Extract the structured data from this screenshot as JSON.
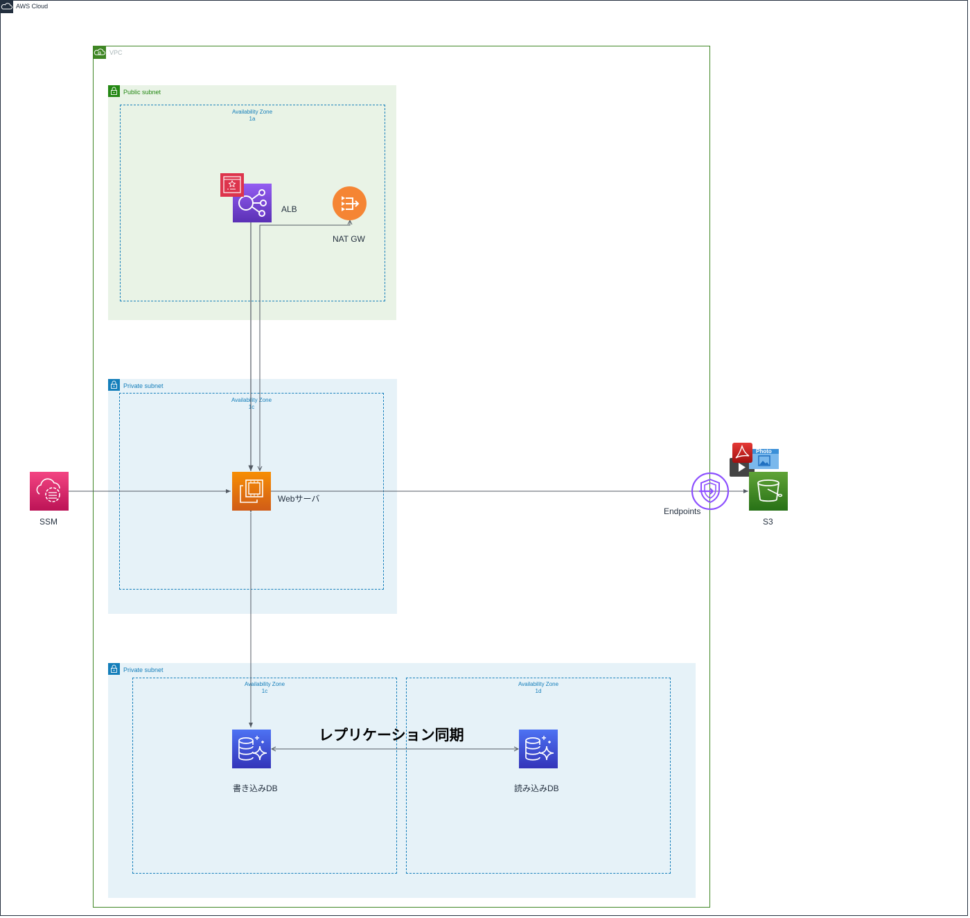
{
  "aws_cloud": {
    "title": "AWS Cloud",
    "icon": "cloud-icon"
  },
  "vpc": {
    "title": "VPC",
    "icon": "vpc-cloud-icon",
    "color": "#3f8624"
  },
  "subnets": [
    {
      "title": "Public subnet",
      "type": "public",
      "color": "#248814",
      "az": [
        {
          "label": "Availability Zone",
          "id": "1a"
        }
      ]
    },
    {
      "title": "Private subnet",
      "type": "private",
      "color": "#147eba",
      "az": [
        {
          "label": "Availability Zone",
          "id": "1c"
        }
      ]
    },
    {
      "title": "Private subnet",
      "type": "private",
      "color": "#147eba",
      "az": [
        {
          "label": "Availability Zone",
          "id": "1c"
        },
        {
          "label": "Availability Zone",
          "id": "1d"
        }
      ]
    }
  ],
  "nodes": {
    "alb": {
      "label": "ALB",
      "icon": "elastic-load-balancing-icon",
      "badge_icon": "certificate-manager-icon",
      "color": "#8c4fff"
    },
    "nat": {
      "label": "NAT GW",
      "icon": "nat-gateway-icon",
      "color": "#ed7100"
    },
    "web": {
      "label": "Webサーバ",
      "icon": "ec2-instance-icon",
      "color": "#ed7100"
    },
    "ssm": {
      "label": "SSM",
      "icon": "systems-manager-icon",
      "color": "#e7157b"
    },
    "endpoints": {
      "label": "Endpoints",
      "icon": "vpc-endpoint-icon",
      "color": "#8c4fff"
    },
    "s3": {
      "label": "S3",
      "icon": "s3-bucket-icon",
      "color": "#3f8624",
      "content_icons": [
        "pdf-file-icon",
        "video-file-icon",
        "photo-file-icon"
      ],
      "photo_text": "Photo"
    },
    "db_write": {
      "label": "書き込みDB",
      "icon": "rds-database-icon",
      "color": "#3b48cc"
    },
    "db_read": {
      "label": "読み込みDB",
      "icon": "rds-database-icon",
      "color": "#3b48cc"
    }
  },
  "replication_label": "レプリケーション同期"
}
